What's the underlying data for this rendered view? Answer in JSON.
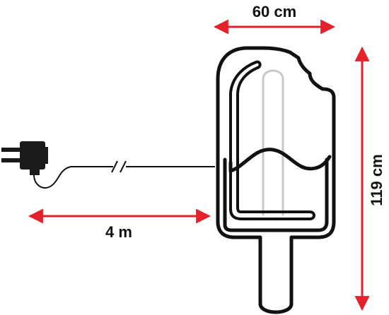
{
  "dimensions": {
    "width_label": "60 cm",
    "height_label": "119 cm",
    "cable_label": "4 m"
  },
  "colors": {
    "arrow": "#e3222b",
    "outline": "#111111",
    "stick_inner": "#c8c8c8"
  },
  "icons": {
    "adapter": "power-adapter-icon",
    "popsicle": "popsicle-neon-icon"
  }
}
